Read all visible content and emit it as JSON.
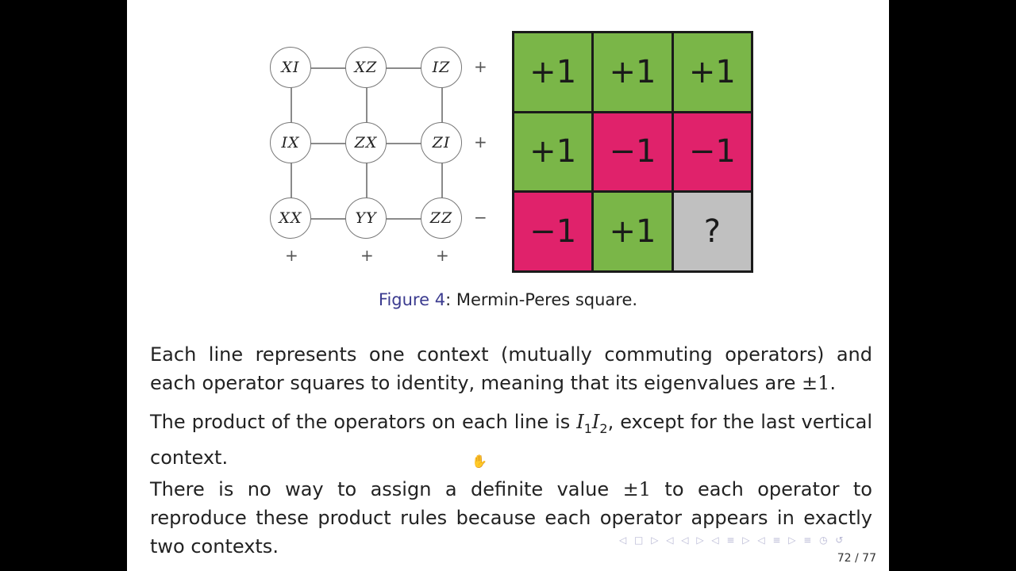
{
  "diagram": {
    "nodes": [
      [
        "XI",
        "XZ",
        "IZ"
      ],
      [
        "IX",
        "ZX",
        "ZI"
      ],
      [
        "XX",
        "YY",
        "ZZ"
      ]
    ],
    "row_signs": [
      "+",
      "+",
      "−"
    ],
    "col_signs": [
      "+",
      "+",
      "+"
    ]
  },
  "grid": {
    "cells": [
      {
        "text": "+1",
        "color": "#7ab648"
      },
      {
        "text": "+1",
        "color": "#7ab648"
      },
      {
        "text": "+1",
        "color": "#7ab648"
      },
      {
        "text": "+1",
        "color": "#7ab648"
      },
      {
        "text": "−1",
        "color": "#e0226b"
      },
      {
        "text": "−1",
        "color": "#e0226b"
      },
      {
        "text": "−1",
        "color": "#e0226b"
      },
      {
        "text": "+1",
        "color": "#7ab648"
      },
      {
        "text": "?",
        "color": "#c0c0c0"
      }
    ]
  },
  "caption": {
    "label": "Figure 4",
    "colon": ":",
    "text": "Mermin-Peres square."
  },
  "paragraphs": {
    "p1_text": "Each line represents one context (mutually commuting operators) and each operator squares to identity, meaning that its eigenvalues are ",
    "p1_math": "±1",
    "p1_end": ".",
    "p2_text": "The product of the operators on each line is ",
    "p2_I": "I",
    "p2_sub1": "1",
    "p2_sub2": "2",
    "p2_end": ", except for the last vertical context.",
    "p3_text_a": "There is no way to assign a definite value ",
    "p3_math": "±1",
    "p3_text_b": " to each operator to reproduce these product rules because each operator appears in exactly two contexts."
  },
  "nav": {
    "symbols": "◁ □ ▷ ◁ ◁ ▷ ◁ ≡ ▷ ◁ ≡ ▷ ≡ ◷ ↺",
    "page": "72 / 77"
  }
}
